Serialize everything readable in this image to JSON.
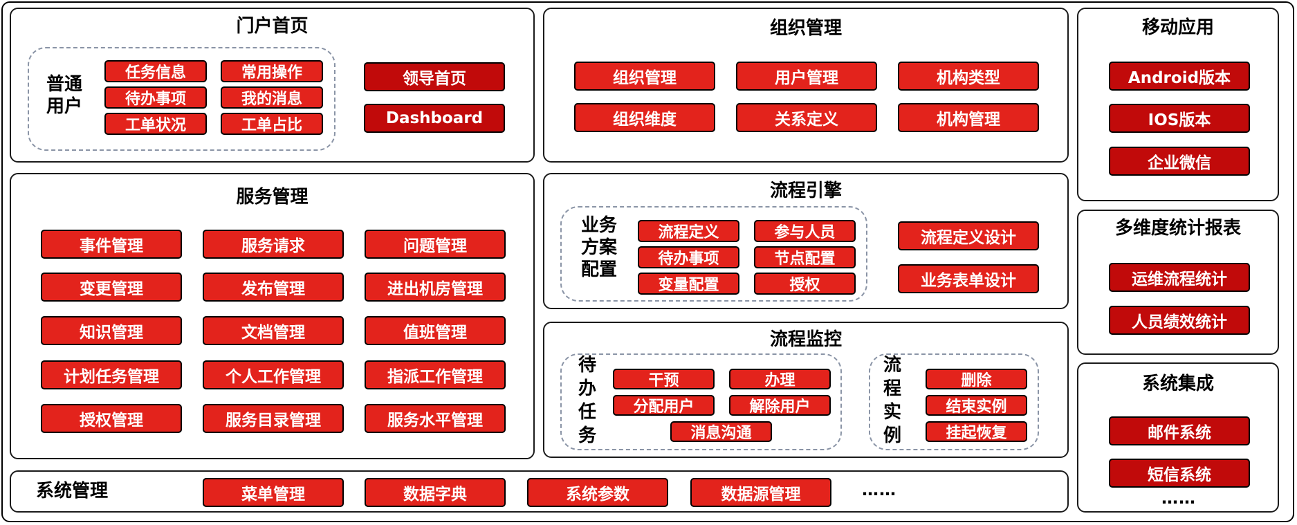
{
  "portal": {
    "title": "门户首页",
    "group_label": "普通\n用户",
    "group_items": [
      "任务信息",
      "常用操作",
      "待办事项",
      "我的消息",
      "工单状况",
      "工单占比"
    ],
    "buttons": [
      "领导首页",
      "Dashboard"
    ]
  },
  "org": {
    "title": "组织管理",
    "items": [
      "组织管理",
      "用户管理",
      "机构类型",
      "组织维度",
      "关系定义",
      "机构管理"
    ]
  },
  "mobile": {
    "title": "移动应用",
    "items": [
      "Android版本",
      "IOS版本",
      "企业微信"
    ]
  },
  "service": {
    "title": "服务管理",
    "items": [
      "事件管理",
      "服务请求",
      "问题管理",
      "变更管理",
      "发布管理",
      "进出机房管理",
      "知识管理",
      "文档管理",
      "值班管理",
      "计划任务管理",
      "个人工作管理",
      "指派工作管理",
      "授权管理",
      "服务目录管理",
      "服务水平管理"
    ]
  },
  "engine": {
    "title": "流程引擎",
    "group_label": "业务\n方案\n配置",
    "group_items": [
      "流程定义",
      "参与人员",
      "待办事项",
      "节点配置",
      "变量配置",
      "授权"
    ],
    "buttons": [
      "流程定义设计",
      "业务表单设计"
    ]
  },
  "monitor": {
    "title": "流程监控",
    "todo_label": "待\n办\n任\n务",
    "todo_items": [
      "干预",
      "办理",
      "分配用户",
      "解除用户",
      "消息沟通"
    ],
    "instance_label": "流\n程\n实\n例",
    "instance_items": [
      "删除",
      "结束实例",
      "挂起恢复"
    ]
  },
  "stats": {
    "title": "多维度统计报表",
    "items": [
      "运维流程统计",
      "人员绩效统计"
    ]
  },
  "integration": {
    "title": "系统集成",
    "items": [
      "邮件系统",
      "短信系统"
    ],
    "more": "……"
  },
  "system": {
    "title": "系统管理",
    "items": [
      "菜单管理",
      "数据字典",
      "系统参数",
      "数据源管理"
    ],
    "more": "……"
  },
  "colors": {
    "button_red": "#e3231c",
    "button_dark_red": "#c10a0a",
    "dashed_border": "#8a94a6"
  }
}
